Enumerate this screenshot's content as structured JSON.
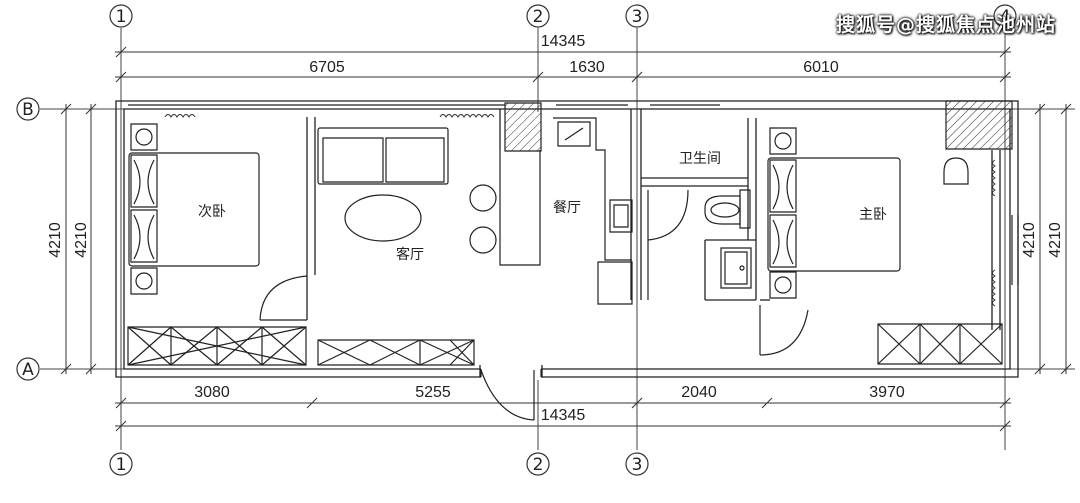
{
  "watermark": "搜狐号@搜狐焦点池州站",
  "axes": {
    "col1": "1",
    "col2": "2",
    "col3": "3",
    "col4": "4",
    "rowA": "A",
    "rowB": "B"
  },
  "dimensions": {
    "total_top": "14345",
    "total_bottom": "14345",
    "top_seg1": "6705",
    "top_seg2": "1630",
    "top_seg3": "6010",
    "bottom_seg1": "3080",
    "bottom_seg2": "5255",
    "bottom_seg3": "2040",
    "bottom_seg4": "3970",
    "left_outer": "4210",
    "left_inner": "4210",
    "right_inner": "4210",
    "right_outer": "4210"
  },
  "rooms": {
    "second_bedroom": "次卧",
    "living_room": "客厅",
    "dining_room": "餐厅",
    "bathroom": "卫生间",
    "master_bedroom": "主卧"
  }
}
